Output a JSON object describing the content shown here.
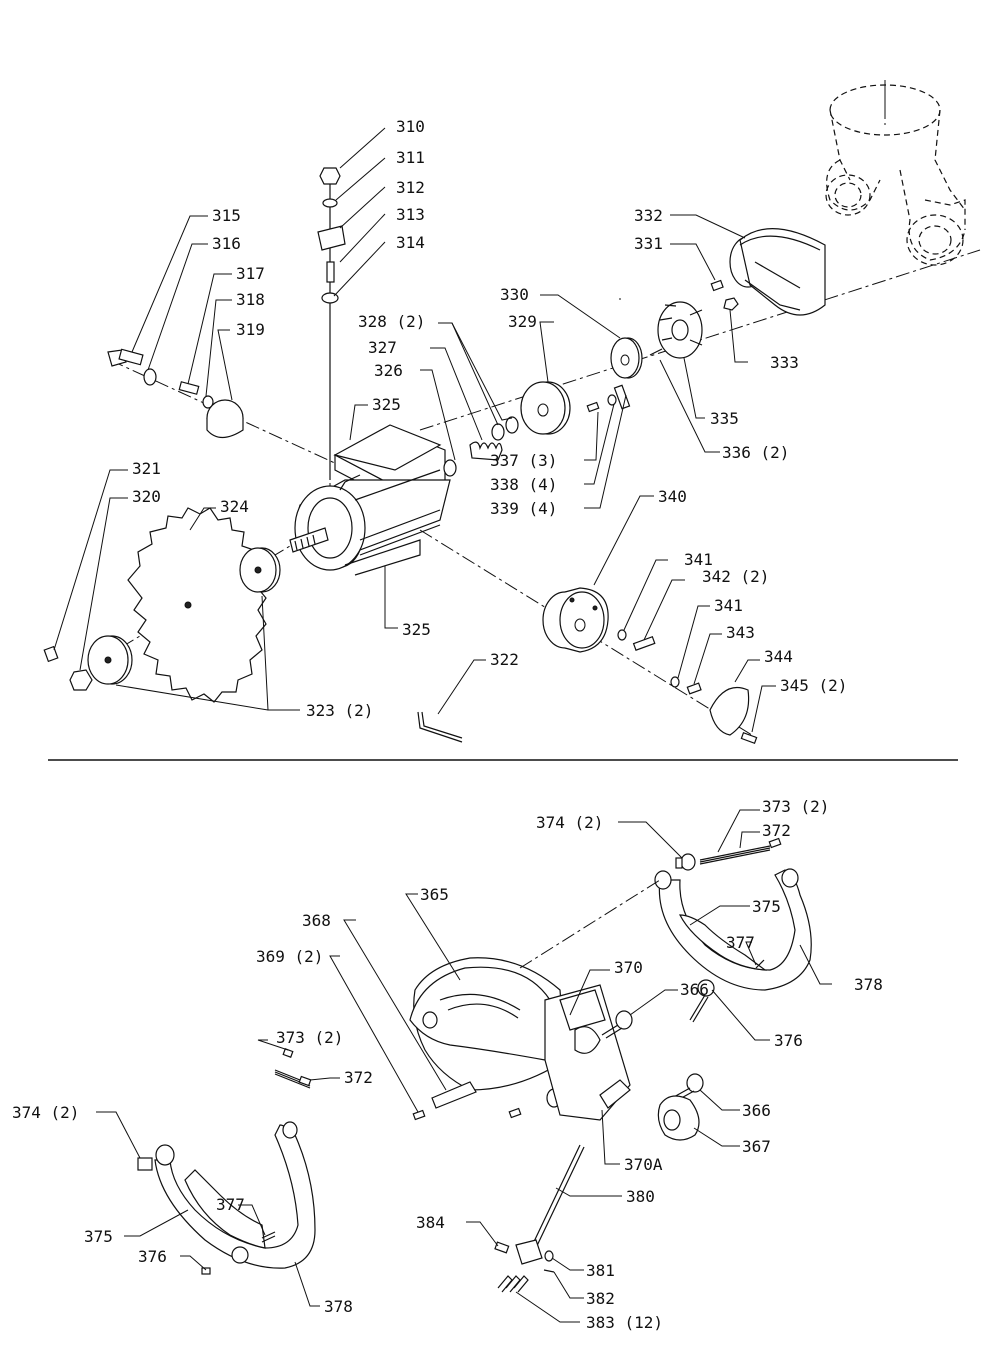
{
  "labels": {
    "l310": "310",
    "l311": "311",
    "l312": "312",
    "l313": "313",
    "l314": "314",
    "l315": "315",
    "l316": "316",
    "l317": "317",
    "l318": "318",
    "l319": "319",
    "l320": "320",
    "l321": "321",
    "l322": "322",
    "l323": "323 (2)",
    "l324": "324",
    "l325a": "325",
    "l325b": "325",
    "l326": "326",
    "l327": "327",
    "l328": "328 (2)",
    "l329": "329",
    "l330": "330",
    "l331": "331",
    "l332": "332",
    "l333": "333",
    "l335": "335",
    "l336": "336 (2)",
    "l337": "337 (3)",
    "l338": "338 (4)",
    "l339": "339 (4)",
    "l340": "340",
    "l341a": "341",
    "l341b": "341",
    "l342": "342 (2)",
    "l343": "343",
    "l344": "344",
    "l345": "345 (2)",
    "l365": "365",
    "l366a": "366",
    "l366b": "366",
    "l367": "367",
    "l368": "368",
    "l369": "369 (2)",
    "l370": "370",
    "l370a": "370A",
    "l372a": "372",
    "l372b": "372",
    "l373a": "373 (2)",
    "l373b": "373 (2)",
    "l374a": "374 (2)",
    "l374b": "374 (2)",
    "l375a": "375",
    "l375b": "375",
    "l376a": "376",
    "l376b": "376",
    "l377a": "377",
    "l377b": "377",
    "l378a": "378",
    "l378b": "378",
    "l380": "380",
    "l381": "381",
    "l382": "382",
    "l383": "383 (12)",
    "l384": "384"
  }
}
